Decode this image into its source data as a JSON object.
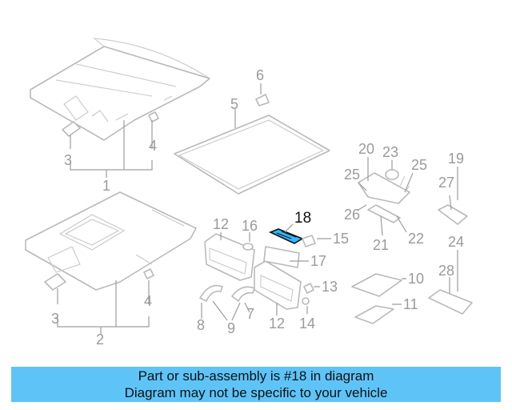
{
  "callouts": [
    "1",
    "2",
    "3",
    "3",
    "4",
    "4",
    "5",
    "6",
    "7",
    "8",
    "9",
    "10",
    "11",
    "12",
    "12",
    "13",
    "14",
    "15",
    "16",
    "17",
    "18",
    "19",
    "20",
    "21",
    "22",
    "23",
    "24",
    "25",
    "25",
    "26",
    "27",
    "28"
  ],
  "highlight": {
    "label": "18",
    "color": "#2fb7ff"
  },
  "banner": {
    "line1": "Part or sub-assembly is #18 in diagram",
    "line2": "Diagram may not be specific to your vehicle",
    "color": "#5ec4f7"
  },
  "colors": {
    "linework": "#b9b9b9",
    "label": "#9a9a9a"
  }
}
